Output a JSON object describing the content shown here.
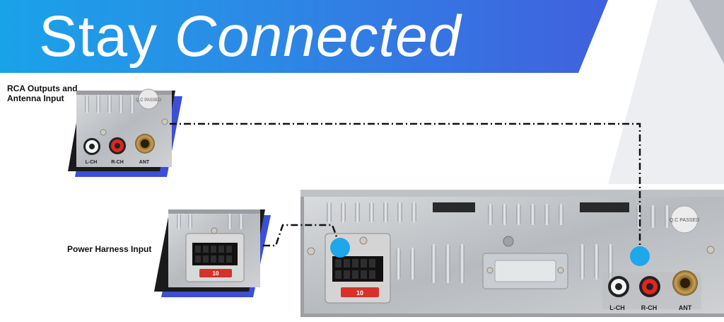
{
  "banner": {
    "title_plain": "Stay",
    "title_emphasis": "Connected"
  },
  "callouts": {
    "rca_label": "RCA Outputs and Antenna Input",
    "power_label": "Power Harness Input"
  },
  "panel": {
    "ports": {
      "left": "L-CH",
      "right": "R-CH",
      "antenna": "ANT"
    },
    "qc_sticker": "Q.C PASSED",
    "fuse_rating": "10"
  },
  "colors": {
    "banner_start": "#1aa2e8",
    "banner_end": "#4060de",
    "marker": "#1ea7e9",
    "accent_shadow": "#3b4fd8",
    "rca_white": "#f4f4f4",
    "rca_red": "#e2261f"
  }
}
